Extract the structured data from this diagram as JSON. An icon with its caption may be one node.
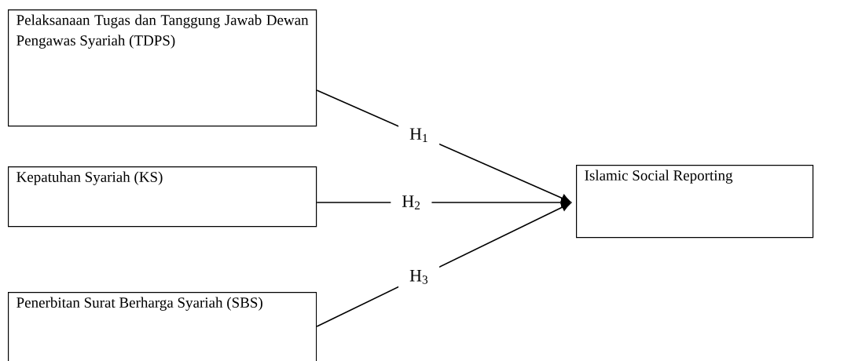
{
  "diagram": {
    "nodes": [
      {
        "text": [
          "Pelaksanaan Tugas dan Tanggung Jawab Dewan Pengawas Syariah (TDPS)"
        ]
      },
      {
        "text": [
          "Kepatuhan Syariah (KS)"
        ]
      },
      {
        "text": [
          "Penerbitan Surat Berharga Syariah (SBS)"
        ]
      },
      {
        "text": [
          "Islamic Social Reporting"
        ]
      }
    ],
    "edges": [
      {
        "from": 0,
        "to": 3,
        "arrow": "to",
        "label": "H$_{1}$"
      },
      {
        "from": 1,
        "to": 3,
        "arrow": "to",
        "label": "H$_{2}$"
      },
      {
        "from": 2,
        "to": 3,
        "arrow": "to",
        "label": "H$_{3}$"
      }
    ]
  }
}
